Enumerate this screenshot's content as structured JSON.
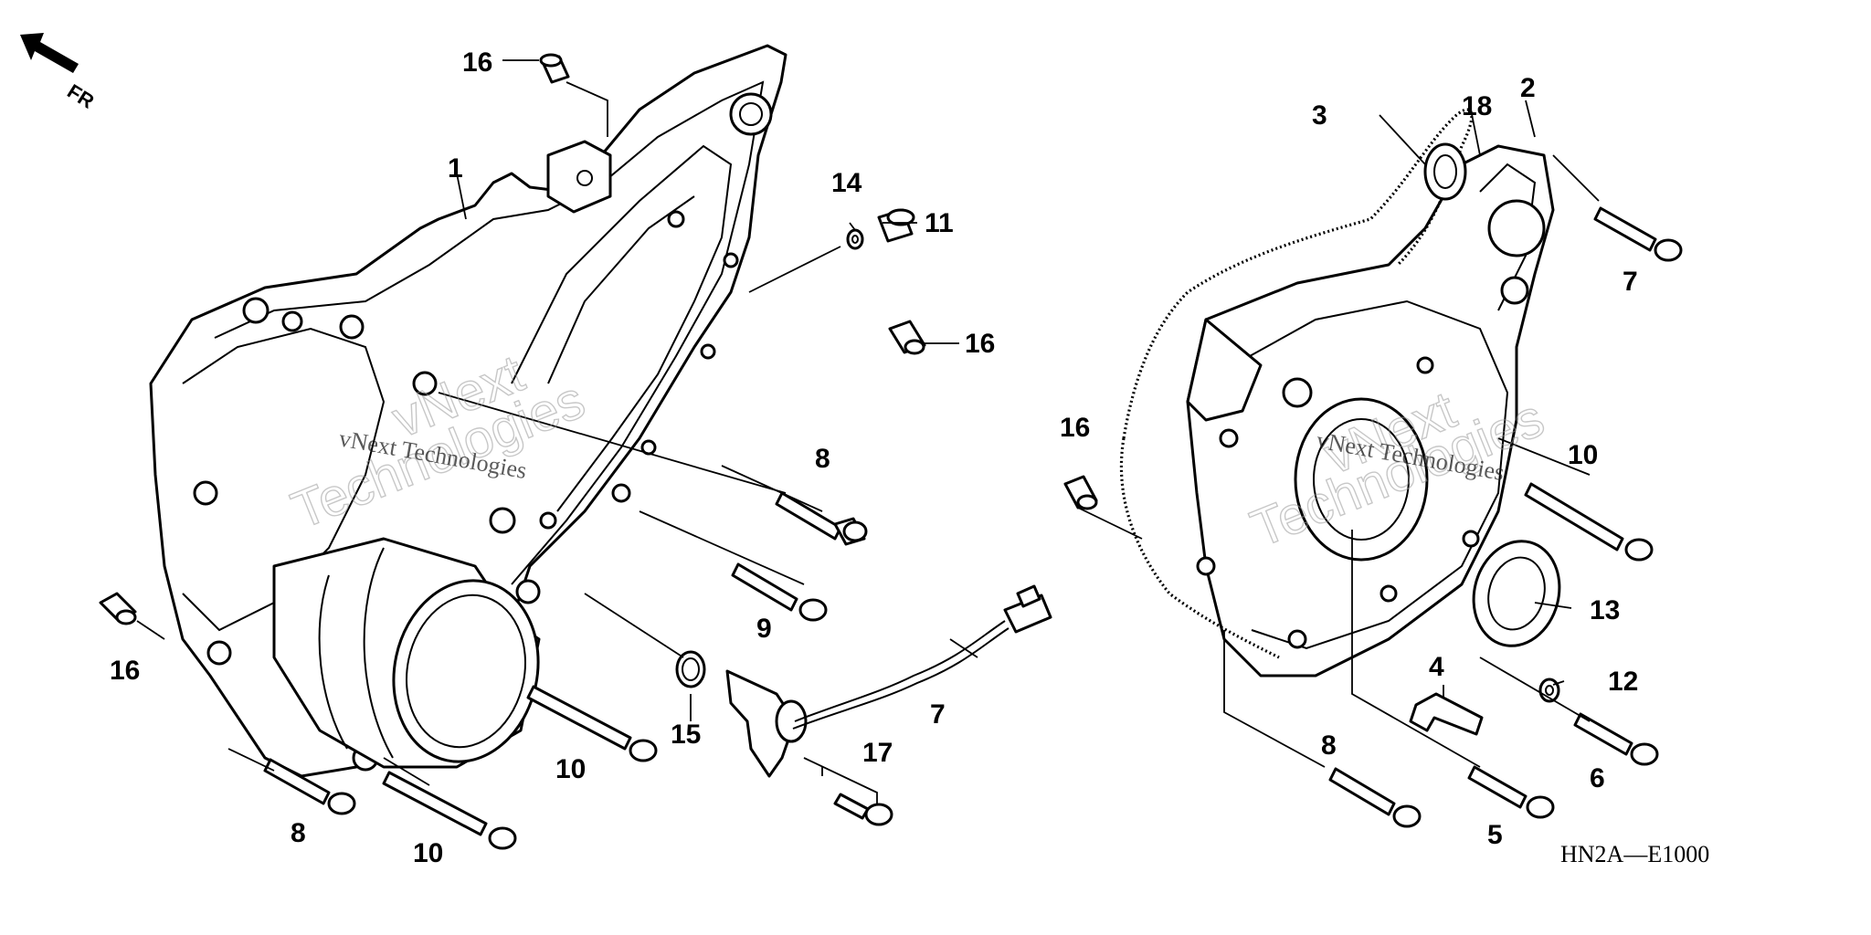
{
  "diagram_code": "HN2A—E1000",
  "direction_label": "FR",
  "watermark": {
    "line1": "vNext",
    "line2": "Technologies",
    "small": "vNext Technologies"
  },
  "callouts": [
    "1",
    "2",
    "3",
    "4",
    "5",
    "6",
    "7",
    "7",
    "8",
    "8",
    "8",
    "9",
    "10",
    "10",
    "10",
    "11",
    "12",
    "13",
    "14",
    "15",
    "16",
    "16",
    "16",
    "16",
    "17",
    "18"
  ],
  "colors": {
    "ink": "#000000",
    "background": "#ffffff",
    "watermark": "#9a9a9a"
  }
}
